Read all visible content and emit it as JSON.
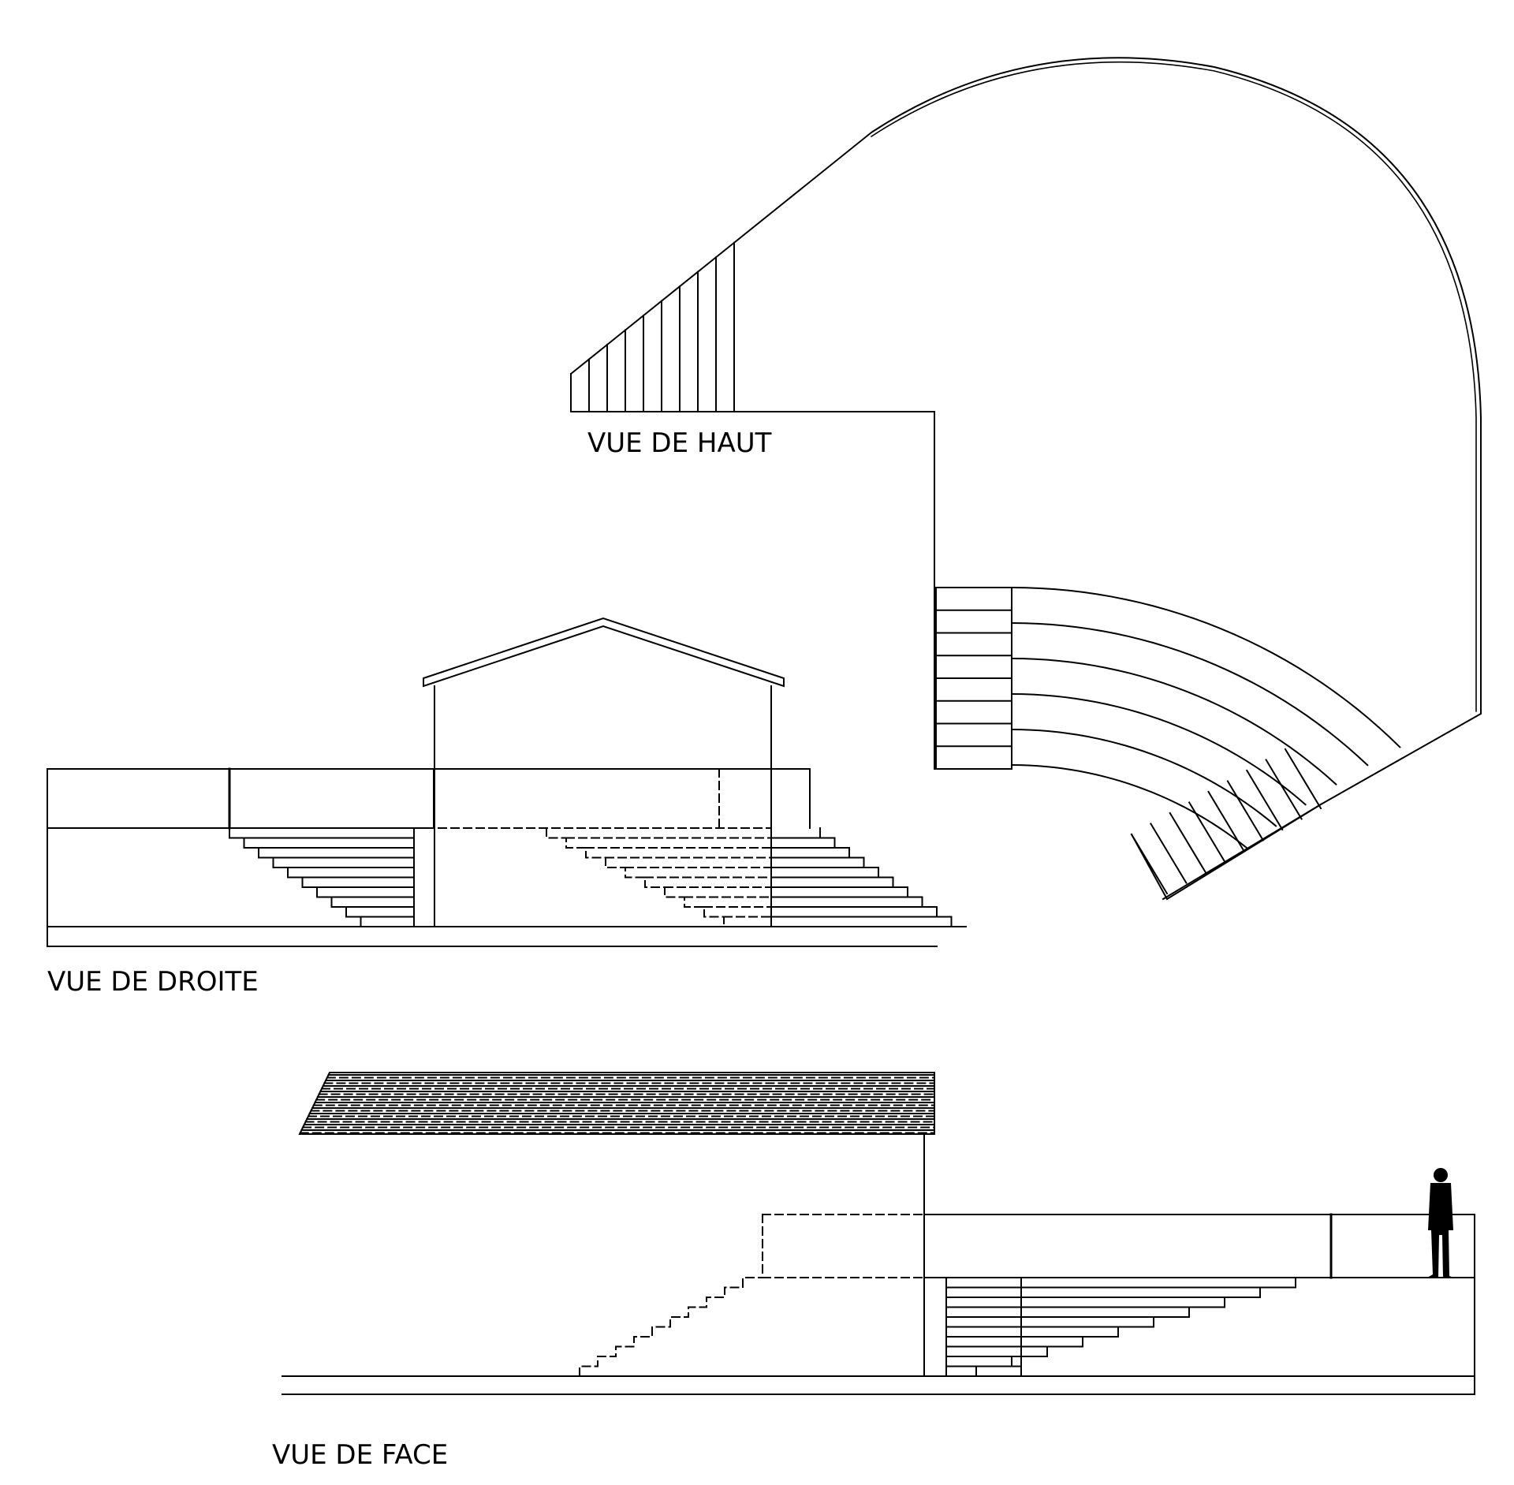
{
  "labels": {
    "top_view": "VUE DE HAUT",
    "right_view": "VUE DE DROITE",
    "front_view": "VUE DE FACE"
  },
  "colors": {
    "ink": "#000000",
    "paper": "#ffffff"
  }
}
